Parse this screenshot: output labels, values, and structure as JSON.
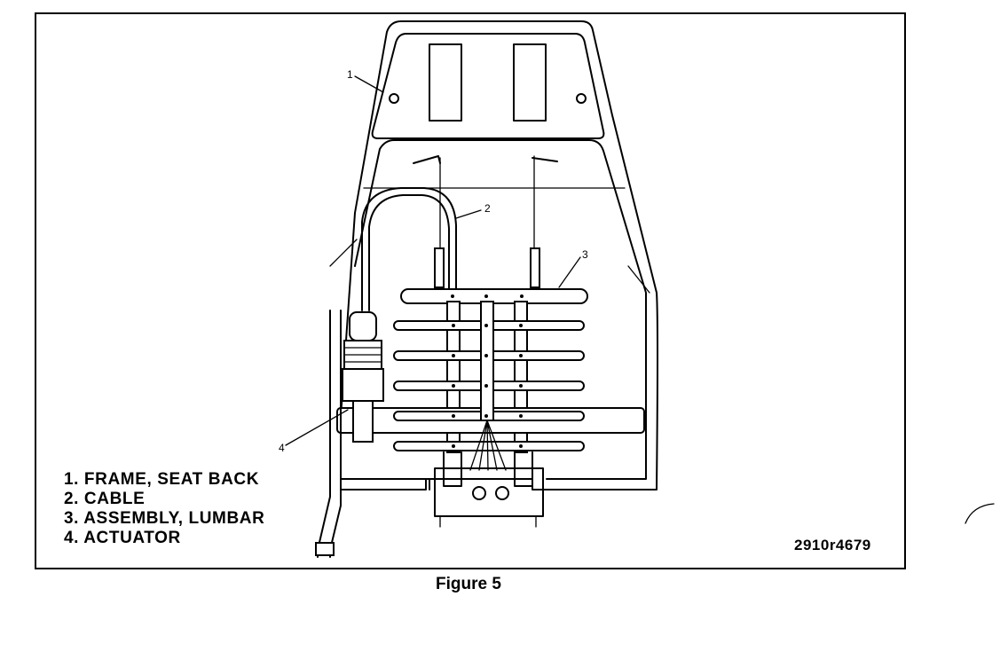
{
  "figure": {
    "caption": "Figure 5",
    "code": "2910r4679",
    "legend": [
      "1. FRAME, SEAT BACK",
      "2. CABLE",
      "3. ASSEMBLY, LUMBAR",
      "4. ACTUATOR"
    ],
    "callouts": [
      "1",
      "2",
      "3",
      "4"
    ]
  }
}
